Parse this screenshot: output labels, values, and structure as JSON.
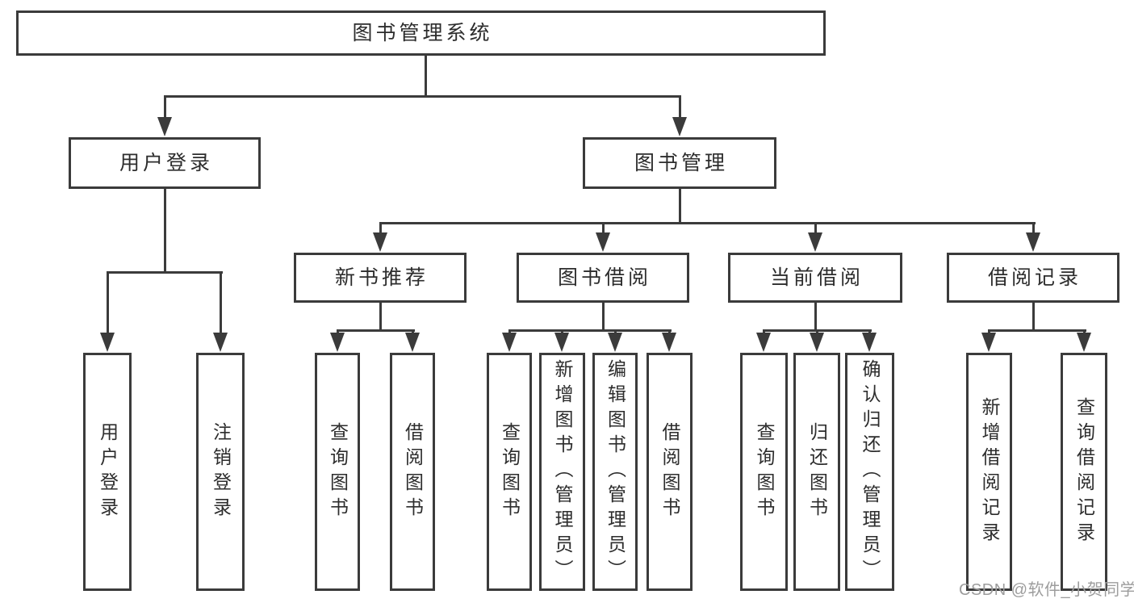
{
  "nodes": {
    "root": "图书管理系统",
    "user_login": "用户登录",
    "book_management": "图书管理",
    "new_book_recommend": "新书推荐",
    "book_borrow": "图书借阅",
    "current_borrow": "当前借阅",
    "borrow_records": "借阅记录",
    "user_login_children": {
      "login": "用户登录",
      "logout": "注销登录"
    },
    "new_book_recommend_children": {
      "query_books": "查询图书",
      "borrow_books": "借阅图书"
    },
    "book_borrow_children": {
      "query_books": "查询图书",
      "add_books": "新增图书（管理员）",
      "edit_books": "编辑图书（管理员）",
      "borrow_books": "借阅图书"
    },
    "current_borrow_children": {
      "query_books": "查询图书",
      "return_books": "归还图书",
      "confirm_return": "确认归还（管理员）"
    },
    "borrow_records_children": {
      "add_record": "新增借阅记录",
      "query_record": "查询借阅记录"
    }
  },
  "watermark": "CSDN @软件_小贺同学",
  "colors": {
    "line": "#3b3b3b",
    "text": "#2d2d2d",
    "box_background": "#ffffff",
    "watermark": "#9d9d9d",
    "background": "#ffffff"
  }
}
